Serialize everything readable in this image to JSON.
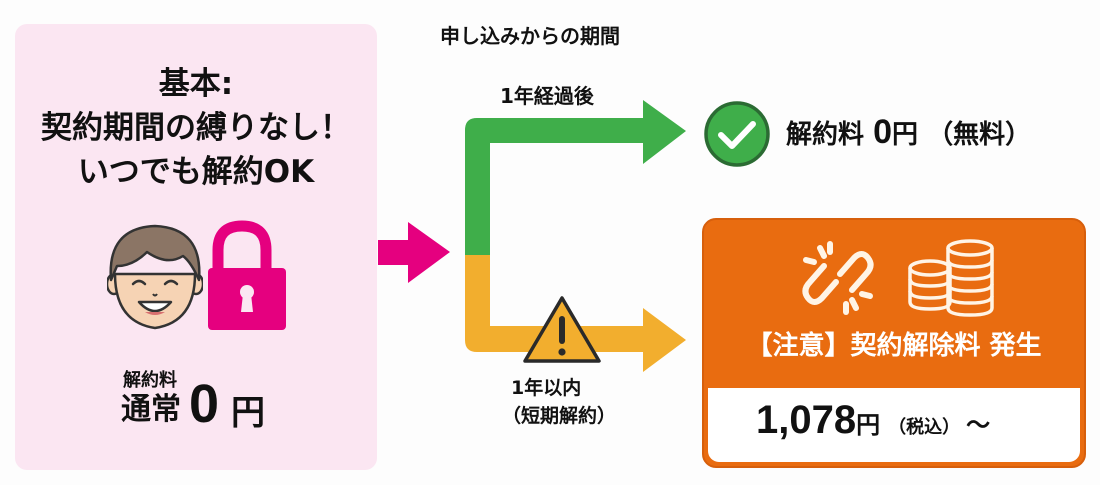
{
  "colors": {
    "panel_pink": "#fbe6f2",
    "magenta": "#e5007f",
    "green": "#3fae4a",
    "yellow": "#f2ae2e",
    "orange": "#e96c10",
    "white": "#ffffff"
  },
  "left_panel": {
    "title_line1": "基本:",
    "title_line2": "契約期間の縛りなし！",
    "title_line3": "いつでも解約OK",
    "icons": [
      "smiling-face-icon",
      "unlocked-padlock-icon"
    ],
    "fee_label": "解約料",
    "fee_normal": "通常",
    "fee_value": "0",
    "fee_unit": "円"
  },
  "flow": {
    "period_label": "申し込みからの期間",
    "branch_after": {
      "label": "1年経過後",
      "arrow_color": "green"
    },
    "branch_within": {
      "label": "1年以内",
      "sublabel": "（短期解約）",
      "arrow_color": "yellow",
      "icon": "warning-triangle-icon"
    }
  },
  "result_free": {
    "icon": "check-circle-icon",
    "label": "解約料",
    "value": "0",
    "unit": "円",
    "note": "（無料）"
  },
  "result_fee": {
    "icons": [
      "broken-chain-icon",
      "coins-stack-icon"
    ],
    "title": "【注意】契約解除料 発生",
    "amount": "1,078",
    "unit": "円",
    "tax_note": "（税込）",
    "suffix": "〜"
  }
}
